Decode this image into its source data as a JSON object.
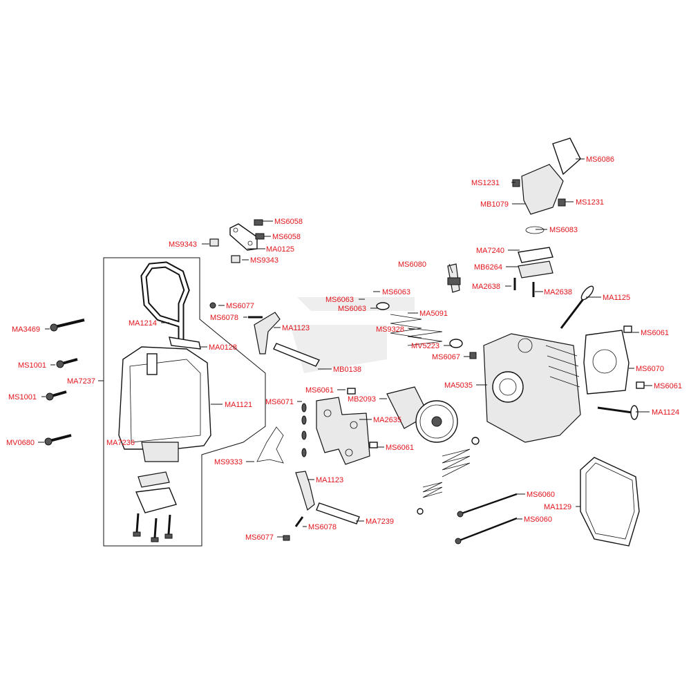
{
  "colors": {
    "label": "#e3141b",
    "line": "#111111",
    "background": "#ffffff"
  },
  "labels": {
    "ms6086": "MS6086",
    "ms1231_a": "MS1231",
    "ms1231_b": "MS1231",
    "mb1079": "MB1079",
    "ms6083": "MS6083",
    "ma7240": "MA7240",
    "mb6264": "MB6264",
    "ma2638_a": "MA2638",
    "ma2638_b": "MA2638",
    "ma1125": "MA1125",
    "ms6080": "MS6080",
    "ms6063_a": "MS6063",
    "ms6063_b": "MS6063",
    "ms6063_c": "MS6063",
    "ma5091": "MA5091",
    "ms9328": "MS9328",
    "mv5223": "MV5223",
    "ms6067": "MS6067",
    "ms6061_a": "MS6061",
    "ma5035": "MA5035",
    "ms6070": "MS6070",
    "ms6061_b": "MS6061",
    "ma1124": "MA1124",
    "ms6058_a": "MS6058",
    "ms6058_b": "MS6058",
    "ms9343_a": "MS9343",
    "ma0125": "MA0125",
    "ms9343_b": "MS9343",
    "ms6077_a": "MS6077",
    "ms6078_a": "MS6078",
    "ma1123_a": "MA1123",
    "ma1214": "MA1214",
    "ma0128": "MA0128",
    "mb0138": "MB0138",
    "ms6061_c": "MS6061",
    "mb2093": "MB2093",
    "ms6071": "MS6071",
    "ma2635": "MA2635",
    "ms6061_d": "MS6061",
    "ma3469": "MA3469",
    "ms1001_a": "MS1001",
    "ma7237": "MA7237",
    "ms1001_b": "MS1001",
    "ma1121": "MA1121",
    "ma7236": "MA7236",
    "mv0680": "MV0680",
    "ms9333": "MS9333",
    "ma1123_b": "MA1123",
    "ma7239": "MA7239",
    "ms6078_b": "MS6078",
    "ms6077_b": "MS6077",
    "ms6060_a": "MS6060",
    "ma1129": "MA1129",
    "ms6060_b": "MS6060"
  }
}
